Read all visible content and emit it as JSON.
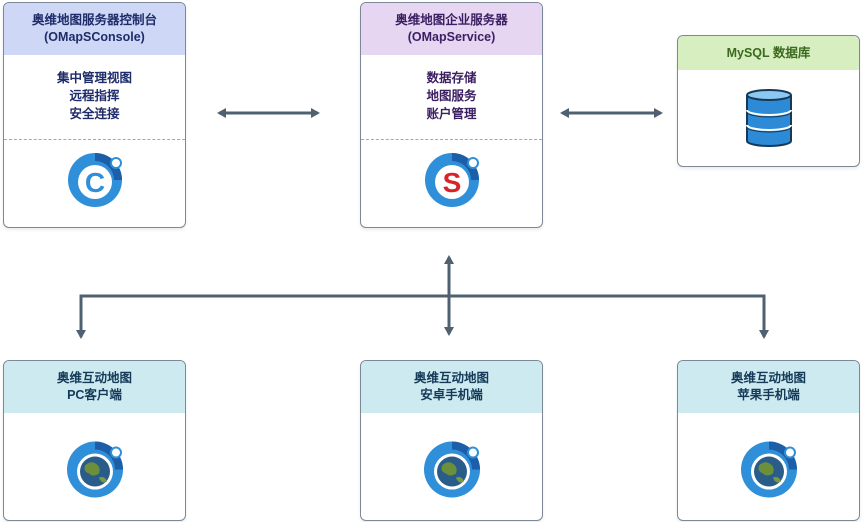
{
  "console": {
    "title": "奥维地图服务器控制台",
    "subtitle": "(OMapSConsole)",
    "features": [
      "集中管理视图",
      "远程指挥",
      "安全连接"
    ],
    "logo_letter": "C"
  },
  "service": {
    "title": "奥维地图企业服务器",
    "subtitle": "(OMapService)",
    "features": [
      "数据存储",
      "地图服务",
      "账户管理"
    ],
    "logo_letter": "S"
  },
  "mysql": {
    "title": "MySQL 数据库"
  },
  "clients": [
    {
      "title": "奥维互动地图",
      "subtitle": "PC客户端"
    },
    {
      "title": "奥维互动地图",
      "subtitle": "安卓手机端"
    },
    {
      "title": "奥维互动地图",
      "subtitle": "苹果手机端"
    }
  ],
  "colors": {
    "arrow": "#4f6070",
    "console_header": "#cfd7f7",
    "service_header": "#e6d6f2",
    "mysql_header": "#d7eec0",
    "client_header": "#cdeaf0",
    "logo_blue": "#2f8fd8",
    "logo_red": "#d9232a"
  }
}
